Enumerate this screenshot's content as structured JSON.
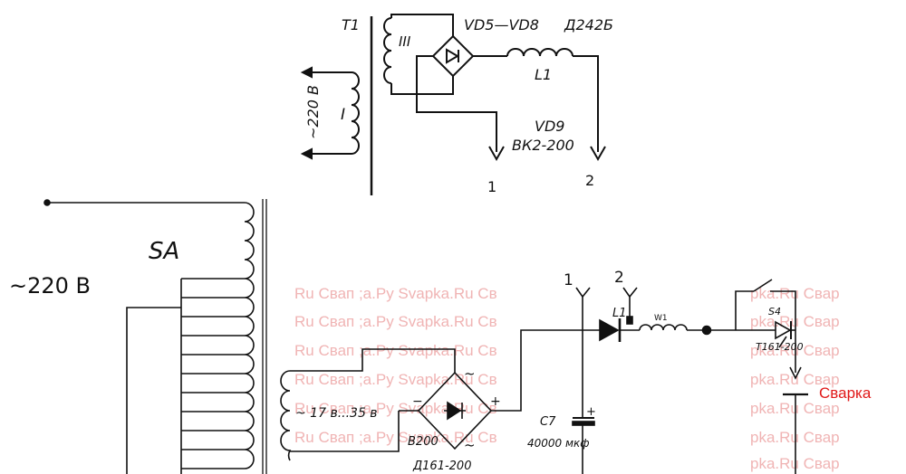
{
  "top_schematic": {
    "transformer": "T1",
    "winding_primary": "I",
    "winding_secondary": "III",
    "mains_voltage": "~220 В",
    "bridge_diodes": "VD5—VD8",
    "bridge_diode_type": "Д242Б",
    "inductor": "L1",
    "output_diode": "VD9",
    "output_diode_type": "ВК2-200",
    "terminal_1": "1",
    "terminal_2": "2"
  },
  "bottom_schematic": {
    "mains_voltage": "~220 В",
    "transformer": "SA",
    "secondary_voltage": "~ 17 в...35 в",
    "bridge": "В200",
    "bridge_diode_type": "Д161-200",
    "minus_sign": "−",
    "plus_sign": "+",
    "ac_mark_top": "~",
    "ac_mark_bottom": "~",
    "capacitor": "С7",
    "capacitor_plus": "+",
    "capacitance": "40000 мкф",
    "terminal_1": "1",
    "terminal_2": "2",
    "diode": "L1",
    "choke": "W1",
    "thyristor": "S4",
    "thyristor_type": "T161-200",
    "output_label": "Сварка"
  },
  "watermark": {
    "row_1": "Ru  Свап  ;а.Ру  Svapka.Ru  Св",
    "row_2": "Ru  Свап  ;а.Ру  Svapka.Ru  Св",
    "row_3": "Ru  Свап  ;а.Ру  Svapka.Ru  Св",
    "row_4": "Ru  Свап  ;а.Ру  Svapka.Ru  Св",
    "row_5": "Ru  Свап  ;а.Ру  Svapka.Ru  Св",
    "row_6": "Ru  Свап  ;а.Ру  Svapka.Ru  Св",
    "right_1": "рka.Ru  Свар",
    "right_2": "рka.Ru  Свар",
    "right_3": "рka.Ru  Свар",
    "right_4": "рka.Ru  Свар",
    "right_5": "рka.Ru  Свар",
    "right_6": "рka.Ru  Свар",
    "right_7": "рka.Ru  Свар"
  },
  "colors": {
    "line": "#111111",
    "accent": "#e01818",
    "watermark": "#f0b4b4"
  }
}
